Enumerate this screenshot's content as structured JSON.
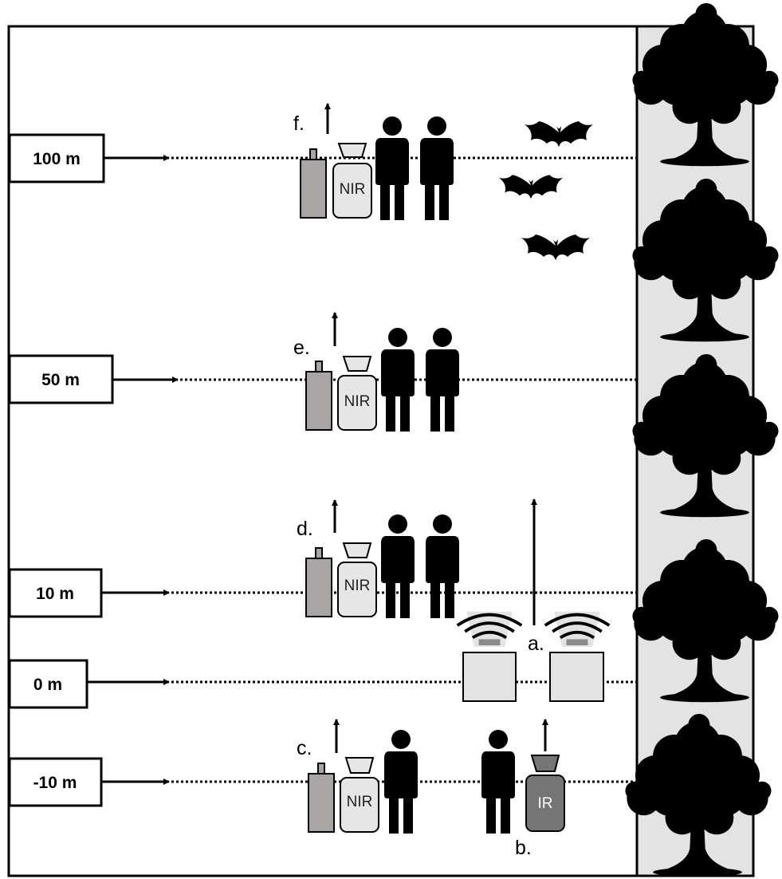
{
  "rows": [
    {
      "id": "row-100m",
      "label": "100 m",
      "letter": "f.",
      "nir_label": "NIR"
    },
    {
      "id": "row-50m",
      "label": "50 m",
      "letter": "e.",
      "nir_label": "NIR"
    },
    {
      "id": "row-10m",
      "label": "10 m",
      "letter": "d.",
      "nir_label": "NIR"
    },
    {
      "id": "row-0m",
      "label": "0 m"
    },
    {
      "id": "row-neg10m",
      "label": "-10 m",
      "letter": "c.",
      "nir_label": "NIR"
    }
  ],
  "acoustic": {
    "letter": "a."
  },
  "ir_station": {
    "letter": "b.",
    "label": "IR"
  },
  "icons": {
    "person": "person-silhouette-icon",
    "bat": "bat-icon",
    "tree": "tree-silhouette-icon",
    "nir_camera": "nir-camera-icon",
    "ir_camera": "ir-camera-icon",
    "battery": "battery-icon",
    "detector": "acoustic-detector-icon"
  },
  "colors": {
    "forest_strip": "#e3e3e3",
    "battery": "#a9a5a5",
    "nir_body": "#e6e6e6",
    "ir_body": "#757575",
    "detector": "#e3e3e3",
    "sound_wave": "#c8c8c8"
  }
}
